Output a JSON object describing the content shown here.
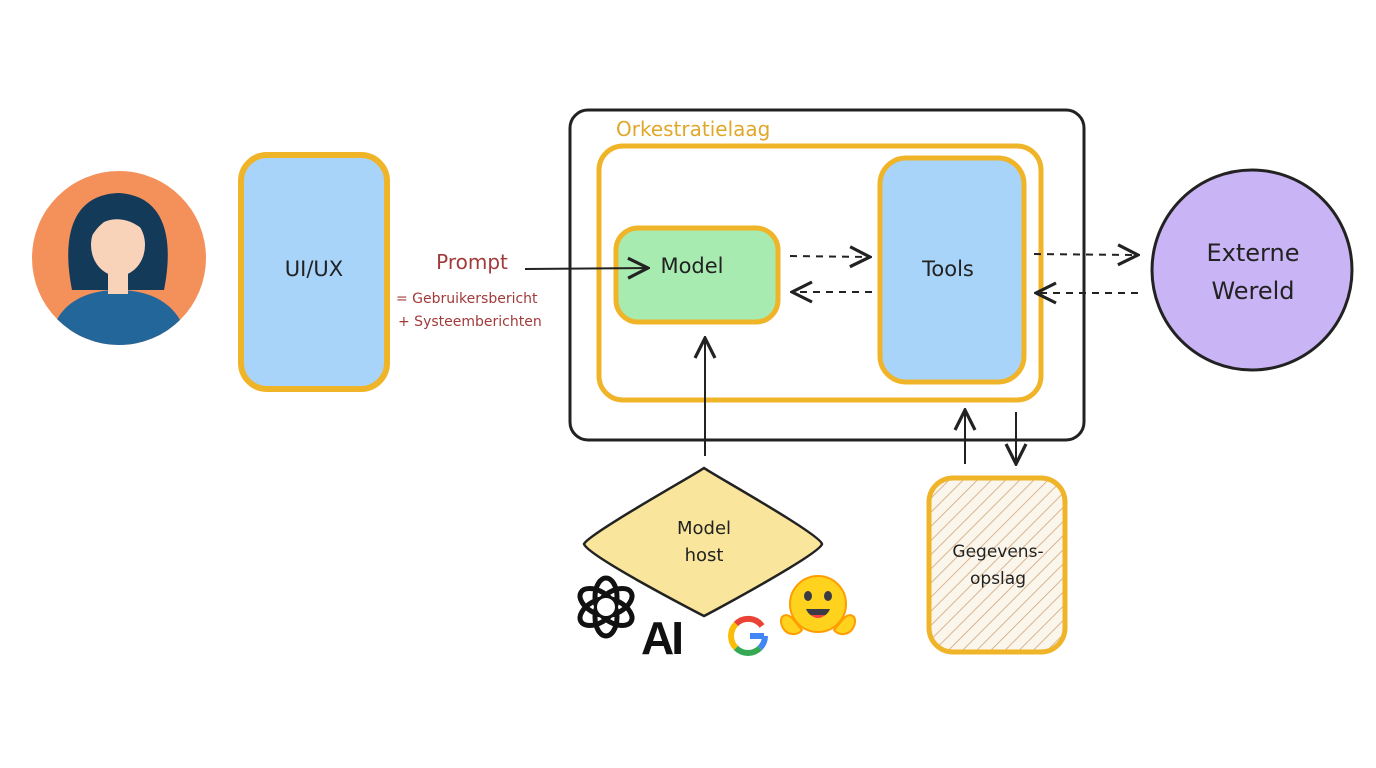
{
  "diagram": {
    "user_node": {
      "icon": "user-avatar-icon"
    },
    "ui_box": {
      "label": "UI/UX"
    },
    "prompt": {
      "title": "Prompt",
      "line1": "= Gebruikersbericht",
      "line2": "+ Systeemberichten"
    },
    "orchestration": {
      "label": "Orkestratielaag"
    },
    "model_box": {
      "label": "Model"
    },
    "tools_box": {
      "label": "Tools"
    },
    "external": {
      "line1": "Externe",
      "line2": "Wereld"
    },
    "model_host": {
      "line1": "Model",
      "line2": "host",
      "provider_icons": [
        "openai-logo-icon",
        "anthropic-logo-icon",
        "google-logo-icon",
        "huggingface-logo-icon"
      ],
      "anthropic_logo_text": "AI"
    },
    "storage": {
      "line1": "Gegevens-",
      "line2": "opslag"
    }
  },
  "colors": {
    "orange": "#F0B429",
    "blue_fill": "#A8D4FA",
    "green_fill": "#A8EBB0",
    "purple_fill": "#C9B5F5",
    "yellow_fill": "#F9E59B",
    "prompt_red": "#A23A3A",
    "ink": "#222222",
    "avatar_bg": "#F4915B",
    "hair": "#143A5A",
    "skin": "#F9D2BA",
    "shirt": "#23669A"
  }
}
